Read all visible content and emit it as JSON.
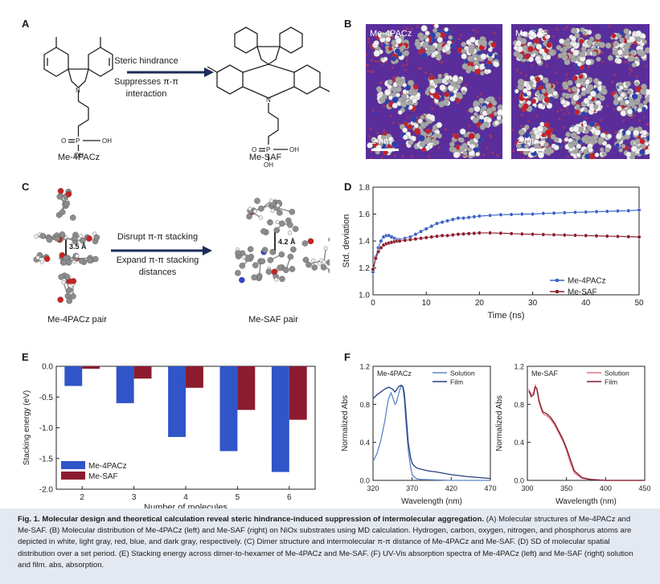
{
  "panels": {
    "A": "A",
    "B": "B",
    "C": "C",
    "D": "D",
    "E": "E",
    "F": "F"
  },
  "panelA": {
    "left_molecule": "Me-4PACz",
    "right_molecule": "Me-SAF",
    "arrow_top": "Steric hindrance",
    "arrow_bottom_line1": "Suppresses π-π",
    "arrow_bottom_line2": "interaction",
    "atoms": {
      "O": "O",
      "P": "P",
      "OH": "OH",
      "N": "N"
    }
  },
  "panelB": {
    "left_label": "Me-4PACz",
    "right_label": "Me-SAF",
    "scale_left": "2 nm",
    "scale_right": "2 nm"
  },
  "panelC": {
    "arrow_top": "Disrupt π-π stacking",
    "arrow_bottom_line1": "Expand π-π stacking",
    "arrow_bottom_line2": "distances",
    "left_label": "Me-4PACz pair",
    "right_label": "Me-SAF pair",
    "dist_left": "3.5 Å",
    "dist_right": "4.2 Å"
  },
  "chart_data": [
    {
      "panel": "D",
      "type": "line",
      "xlabel": "Time (ns)",
      "ylabel": "Std. deviation",
      "xlim": [
        0,
        50
      ],
      "ylim": [
        1.0,
        1.8
      ],
      "xticks": [
        0,
        10,
        20,
        30,
        40,
        50
      ],
      "yticks": [
        1.0,
        1.2,
        1.4,
        1.6,
        1.8
      ],
      "legend_position": "bottom-right",
      "series": [
        {
          "name": "Me-4PACz",
          "color": "#3b62c4",
          "x": [
            0,
            0.5,
            1,
            1.5,
            2,
            2.5,
            3,
            3.5,
            4,
            4.5,
            5,
            6,
            7,
            8,
            9,
            10,
            11,
            12,
            13,
            14,
            15,
            16,
            17,
            18,
            19,
            20,
            22,
            24,
            26,
            28,
            30,
            32,
            34,
            36,
            38,
            40,
            42,
            44,
            46,
            48,
            50
          ],
          "y": [
            1.17,
            1.28,
            1.35,
            1.4,
            1.43,
            1.44,
            1.44,
            1.43,
            1.42,
            1.41,
            1.41,
            1.42,
            1.43,
            1.45,
            1.47,
            1.49,
            1.51,
            1.53,
            1.54,
            1.55,
            1.56,
            1.57,
            1.57,
            1.575,
            1.58,
            1.585,
            1.59,
            1.595,
            1.597,
            1.6,
            1.6,
            1.605,
            1.607,
            1.61,
            1.613,
            1.615,
            1.618,
            1.62,
            1.623,
            1.625,
            1.63
          ]
        },
        {
          "name": "Me-SAF",
          "color": "#8b1e2e",
          "x": [
            0,
            0.5,
            1,
            1.5,
            2,
            2.5,
            3,
            3.5,
            4,
            4.5,
            5,
            6,
            7,
            8,
            9,
            10,
            11,
            12,
            13,
            14,
            15,
            16,
            17,
            18,
            19,
            20,
            22,
            24,
            26,
            28,
            30,
            32,
            34,
            36,
            38,
            40,
            42,
            44,
            46,
            48,
            50
          ],
          "y": [
            1.19,
            1.27,
            1.32,
            1.35,
            1.37,
            1.38,
            1.385,
            1.39,
            1.395,
            1.4,
            1.4,
            1.405,
            1.41,
            1.415,
            1.42,
            1.425,
            1.43,
            1.435,
            1.44,
            1.44,
            1.445,
            1.45,
            1.452,
            1.455,
            1.457,
            1.46,
            1.46,
            1.458,
            1.455,
            1.452,
            1.45,
            1.448,
            1.446,
            1.444,
            1.442,
            1.44,
            1.438,
            1.436,
            1.434,
            1.432,
            1.43
          ]
        }
      ]
    },
    {
      "panel": "E",
      "type": "bar",
      "xlabel": "Number of molecules",
      "ylabel": "Stacking energy (eV)",
      "categories": [
        "2",
        "3",
        "4",
        "5",
        "6"
      ],
      "ylim": [
        -2.0,
        0.0
      ],
      "yticks": [
        0.0,
        -0.5,
        -1.0,
        -1.5,
        -2.0
      ],
      "legend_position": "bottom-left",
      "series": [
        {
          "name": "Me-4PACz",
          "color": "#2f55c8",
          "values": [
            -0.32,
            -0.6,
            -1.15,
            -1.38,
            -1.72
          ]
        },
        {
          "name": "Me-SAF",
          "color": "#8d1b30",
          "values": [
            -0.04,
            -0.2,
            -0.35,
            -0.71,
            -0.87
          ]
        }
      ]
    },
    {
      "panel": "F-left",
      "type": "line",
      "title": "Me-4PACz",
      "xlabel": "Wavelength (nm)",
      "ylabel": "Normalized Abs",
      "xlim": [
        320,
        470
      ],
      "ylim": [
        0.0,
        1.2
      ],
      "xticks": [
        320,
        370,
        420,
        470
      ],
      "yticks": [
        0.0,
        0.4,
        0.8,
        1.2
      ],
      "legend_position": "top-right",
      "series": [
        {
          "name": "Solution",
          "color": "#5b86c6",
          "x": [
            320,
            325,
            330,
            335,
            338,
            340,
            343,
            345,
            348,
            350,
            353,
            356,
            358,
            360,
            362,
            365,
            368,
            370,
            375,
            380,
            400,
            420,
            440,
            470
          ],
          "y": [
            0.2,
            0.28,
            0.42,
            0.62,
            0.78,
            0.86,
            0.92,
            0.88,
            0.8,
            0.82,
            0.92,
            1.0,
            0.98,
            0.86,
            0.62,
            0.32,
            0.14,
            0.06,
            0.02,
            0.01,
            0.005,
            0.0,
            0.0,
            0.0
          ]
        },
        {
          "name": "Film",
          "color": "#27407f",
          "x": [
            320,
            325,
            330,
            335,
            340,
            345,
            348,
            350,
            353,
            356,
            358,
            360,
            362,
            365,
            368,
            370,
            373,
            376,
            380,
            390,
            400,
            420,
            440,
            470
          ],
          "y": [
            0.86,
            0.9,
            0.93,
            0.96,
            0.98,
            0.96,
            0.93,
            0.95,
            0.99,
            1.0,
            0.99,
            0.92,
            0.72,
            0.4,
            0.24,
            0.18,
            0.15,
            0.13,
            0.12,
            0.1,
            0.09,
            0.06,
            0.04,
            0.02
          ]
        }
      ]
    },
    {
      "panel": "F-right",
      "type": "line",
      "title": "Me-SAF",
      "xlabel": "Wavelength (nm)",
      "ylabel": "Normalized Abs",
      "xlim": [
        300,
        450
      ],
      "ylim": [
        0.0,
        1.2
      ],
      "xticks": [
        300,
        350,
        400,
        450
      ],
      "yticks": [
        0.0,
        0.4,
        0.8,
        1.2
      ],
      "legend_position": "top-right",
      "series": [
        {
          "name": "Solution",
          "color": "#e6707e",
          "x": [
            302,
            305,
            308,
            310,
            312,
            315,
            318,
            320,
            325,
            330,
            335,
            340,
            345,
            350,
            355,
            360,
            370,
            380,
            400,
            450
          ],
          "y": [
            0.96,
            0.9,
            0.92,
            1.0,
            0.96,
            0.82,
            0.74,
            0.7,
            0.68,
            0.64,
            0.58,
            0.5,
            0.42,
            0.32,
            0.18,
            0.08,
            0.02,
            0.01,
            0.0,
            0.0
          ]
        },
        {
          "name": "Film",
          "color": "#7a1a2a",
          "x": [
            302,
            305,
            308,
            310,
            312,
            315,
            318,
            320,
            325,
            330,
            335,
            340,
            345,
            350,
            355,
            360,
            370,
            380,
            400,
            450
          ],
          "y": [
            0.94,
            0.88,
            0.9,
            0.98,
            0.97,
            0.84,
            0.76,
            0.72,
            0.7,
            0.66,
            0.6,
            0.52,
            0.44,
            0.34,
            0.22,
            0.1,
            0.03,
            0.01,
            0.0,
            0.0
          ]
        }
      ]
    }
  ],
  "caption": {
    "bold": "Fig. 1. Molecular design and theoretical calculation reveal steric hindrance-induced suppression of intermolecular aggregation.",
    "text": " (A) Molecular structures of Me-4PACz and Me-SAF. (B) Molecular distribution of Me-4PACz (left) and Me-SAF (right) on NiOx substrates using MD calculation. Hydrogen, carbon, oxygen, nitrogen, and phosphorus atoms are depicted in white, light gray, red, blue, and dark gray, respectively. (C) Dimer structure and intermolecular π-π distance of Me-4PACz and Me-SAF. (D) SD of molecular spatial distribution over a set period. (E) Stacking energy across dimer-to-hexamer of Me-4PACz and Me-SAF. (F) UV-Vis absorption spectra of Me-4PACz (left) and Me-SAF (right) solution and film. abs, absorption."
  },
  "colors": {
    "arrow": "#1d2d57",
    "substrate": "#5a2d9a",
    "caption_bg": "#e4e9f1"
  }
}
